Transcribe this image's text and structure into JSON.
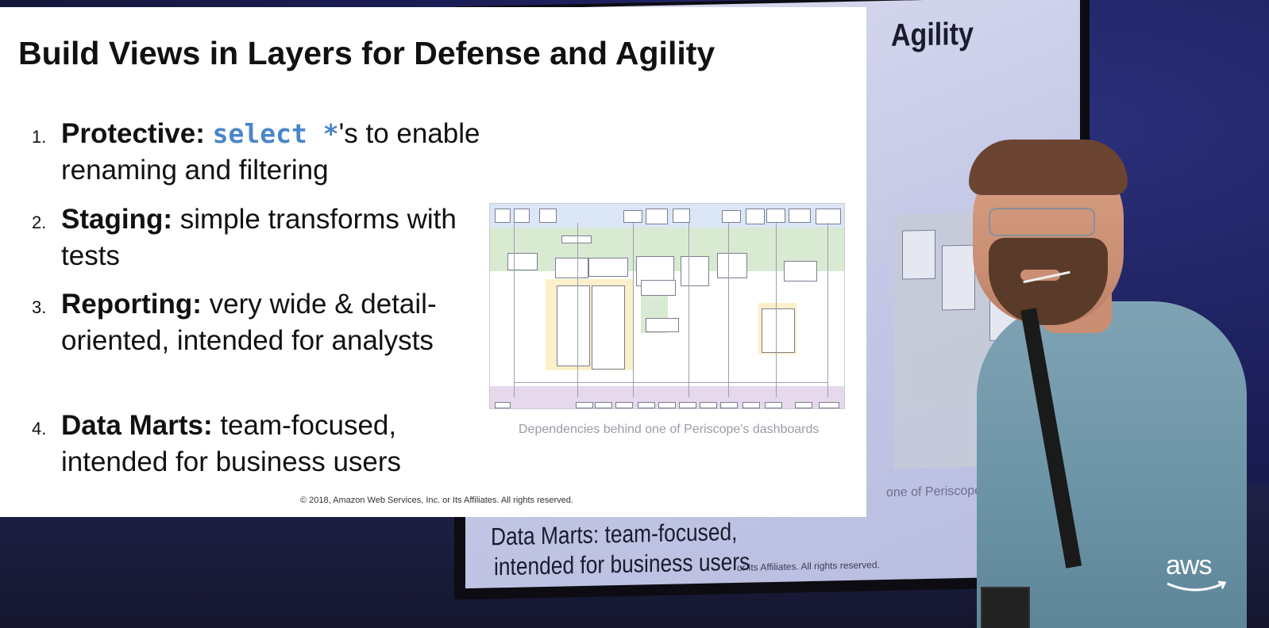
{
  "slide": {
    "title": "Build Views in Layers for Defense and Agility",
    "items": [
      {
        "num": "1.",
        "lead": "Protective:",
        "code": "select *",
        "rest": "'s to enable renaming and filtering"
      },
      {
        "num": "2.",
        "lead": "Staging:",
        "rest": " simple transforms with tests"
      },
      {
        "num": "3.",
        "lead": "Reporting:",
        "rest": " very wide & detail-oriented, intended for analysts"
      },
      {
        "num": "4.",
        "lead": "Data Marts:",
        "rest": " team-focused, intended for business users"
      }
    ],
    "diagram_caption": "Dependencies behind one of Periscope's dashboards",
    "copyright": "© 2018, Amazon Web Services, Inc. or Its Affiliates. All rights reserved."
  },
  "background_screen": {
    "title": "Agility",
    "caption": "one of Periscope's dash",
    "line1": "Data Marts: team-focused,",
    "line2": "intended for business users",
    "copyright": "or Its Affiliates. All rights reserved."
  },
  "logo": {
    "text": "aws"
  },
  "colors": {
    "code": "#4a86c8",
    "band_blue": "#dbe6f7",
    "band_green": "#d8ead2",
    "band_yellow": "#fbf0c9",
    "band_purple": "#e6d9ec"
  }
}
